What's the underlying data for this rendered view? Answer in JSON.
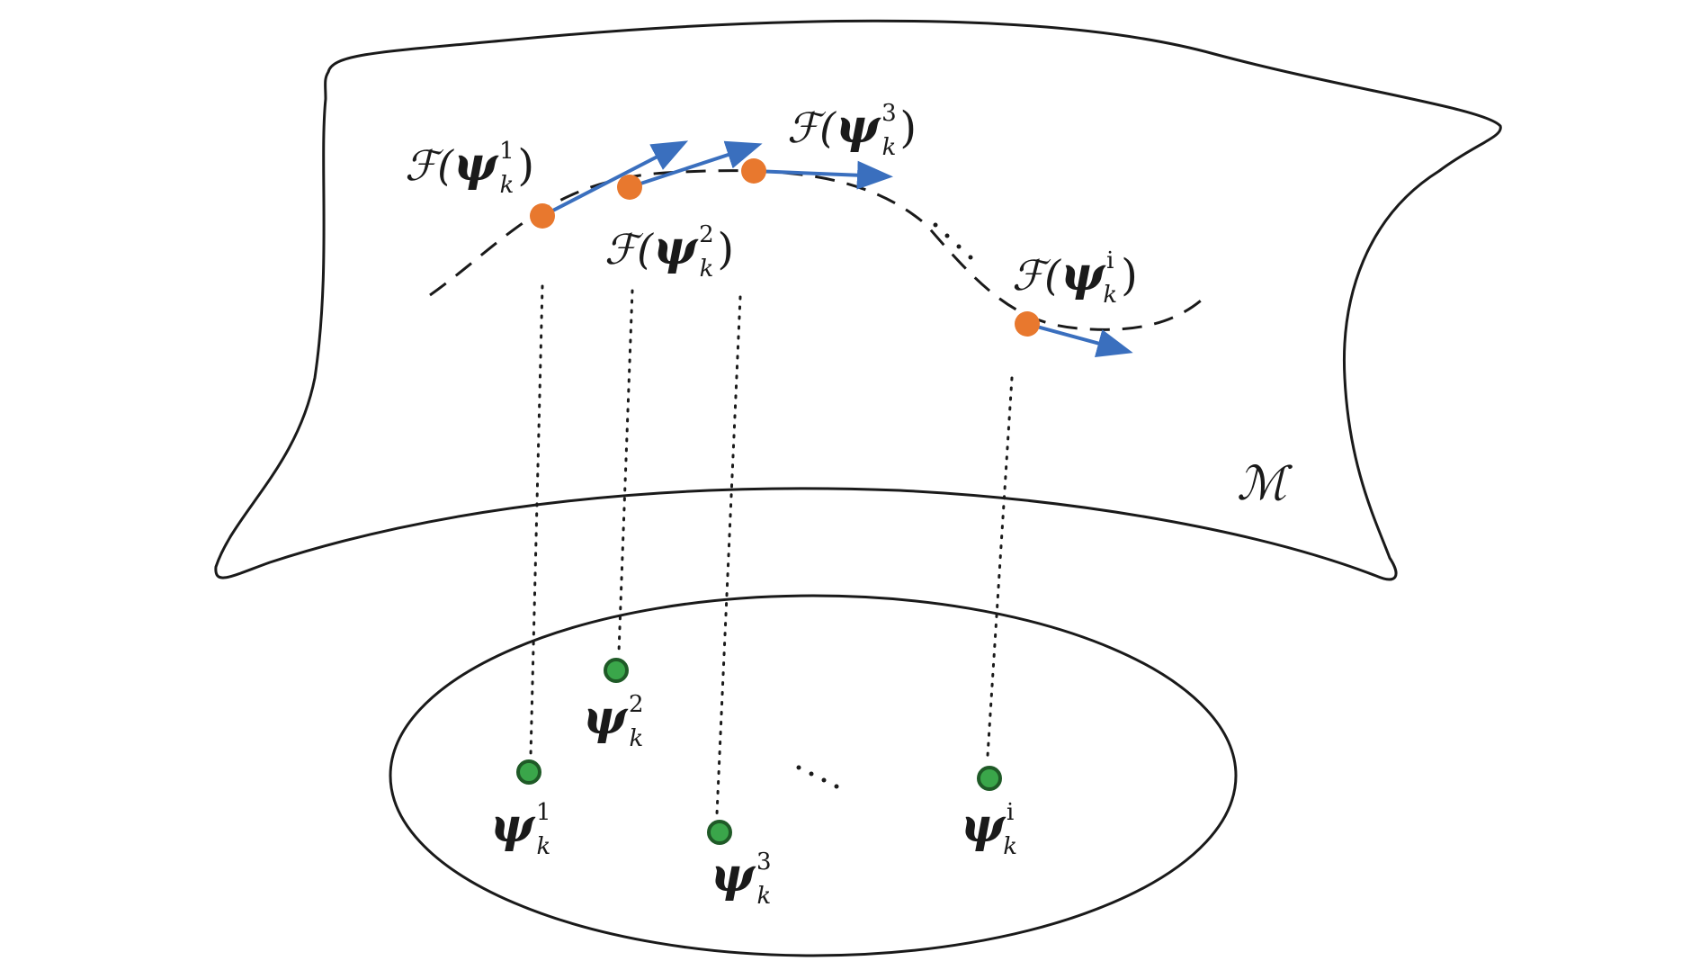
{
  "colors": {
    "outline": "#1a1a1a",
    "manifold_point": "#e8782e",
    "latent_point": "#3aa64a",
    "latent_point_stroke": "#1f5a27",
    "tangent_arrow": "#3a6fbe"
  },
  "manifold": {
    "label": "ℳ"
  },
  "manifold_points": [
    {
      "func": "ℱ(",
      "psi": "ψ",
      "sup": "1",
      "sub": "k",
      "close": ")"
    },
    {
      "func": "ℱ(",
      "psi": "ψ",
      "sup": "2",
      "sub": "k",
      "close": ")"
    },
    {
      "func": "ℱ(",
      "psi": "ψ",
      "sup": "3",
      "sub": "k",
      "close": ")"
    },
    {
      "func": "ℱ(",
      "psi": "ψ",
      "sup": "i",
      "sub": "k",
      "close": ")"
    }
  ],
  "latent_points": [
    {
      "psi": "ψ",
      "sup": "1",
      "sub": "k"
    },
    {
      "psi": "ψ",
      "sup": "2",
      "sub": "k"
    },
    {
      "psi": "ψ",
      "sup": "3",
      "sub": "k"
    },
    {
      "psi": "ψ",
      "sup": "i",
      "sub": "k"
    }
  ],
  "ellipsis": "…"
}
